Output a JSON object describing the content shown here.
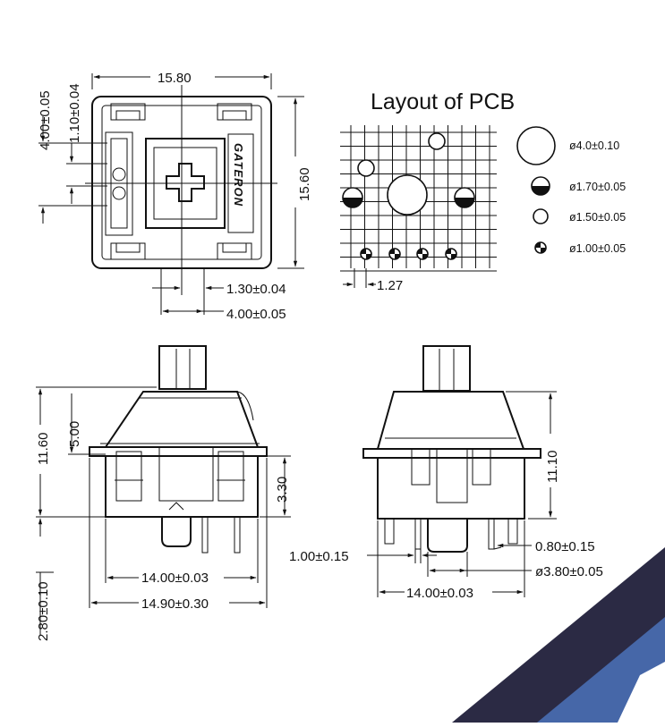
{
  "title": "Layout of PCB",
  "brand": "GATERON",
  "top_view": {
    "width": "15.80",
    "height": "15.60",
    "left_outer": "4.00±0.05",
    "left_inner": "1.10±0.04",
    "bottom_inner": "1.30±0.04",
    "bottom_outer": "4.00±0.05"
  },
  "pcb": {
    "pitch": "1.27",
    "legend": [
      {
        "symbol": "open-large",
        "label": "ø4.0±0.10"
      },
      {
        "symbol": "half",
        "label": "ø1.70±0.05"
      },
      {
        "symbol": "open-small",
        "label": "ø1.50±0.05"
      },
      {
        "symbol": "quarter",
        "label": "ø1.00±0.05"
      }
    ]
  },
  "side_left": {
    "total_height": "11.60",
    "upper_height": "5.00",
    "lower_height": "3.30",
    "pin_length": "2.80±0.10",
    "inner_width": "14.00±0.03",
    "outer_width": "14.90±0.30"
  },
  "side_right": {
    "height": "11.10",
    "pin_gap": "1.00±0.15",
    "pin_dia": "0.80±0.15",
    "peg_dia": "ø3.80±0.05",
    "width": "14.00±0.03"
  },
  "colors": {
    "line": "#111111",
    "accent_dark": "#2b2a44",
    "accent_blue": "#4667a8"
  }
}
